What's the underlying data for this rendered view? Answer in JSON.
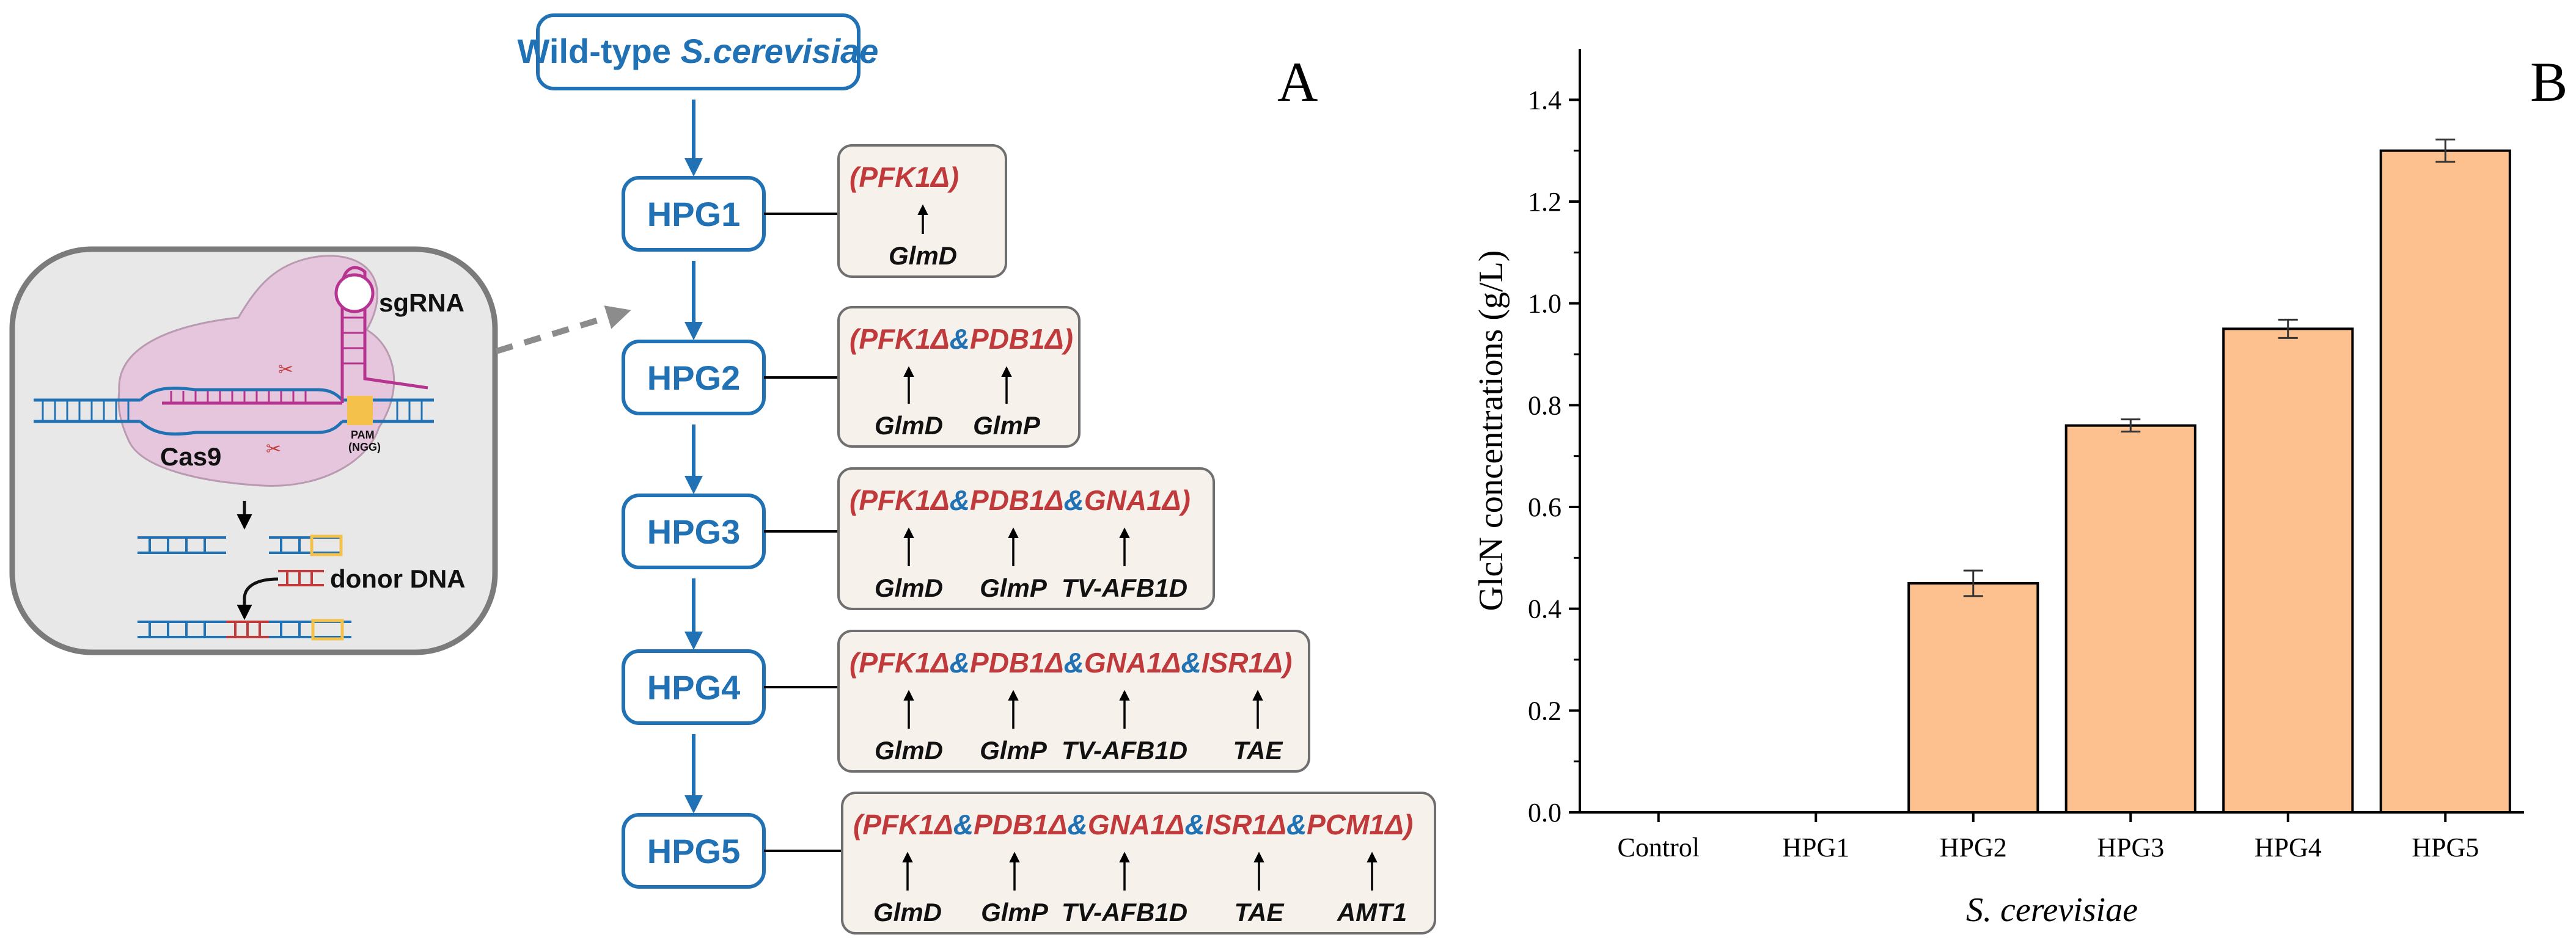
{
  "panels": {
    "left": "A",
    "right": "B"
  },
  "crispr": {
    "sgrna_label": "sgRNA",
    "pam_label": "PAM",
    "ngg_label": "(NGG)",
    "cas9_label": "Cas9",
    "donor_label": "donor DNA"
  },
  "pathway": {
    "root": {
      "prefix": "Wild-type ",
      "species": "S.cerevisiae"
    },
    "strains": [
      {
        "name": "HPG1",
        "deletions": [
          "PFK1Δ"
        ],
        "targets": [
          "GlmD"
        ]
      },
      {
        "name": "HPG2",
        "deletions": [
          "PFK1Δ",
          "PDB1Δ"
        ],
        "targets": [
          "GlmD",
          "GlmP"
        ]
      },
      {
        "name": "HPG3",
        "deletions": [
          "PFK1Δ",
          "PDB1Δ",
          "GNA1Δ"
        ],
        "targets": [
          "GlmD",
          "GlmP",
          "TV-AFB1D"
        ]
      },
      {
        "name": "HPG4",
        "deletions": [
          "PFK1Δ",
          "PDB1Δ",
          "GNA1Δ",
          "ISR1Δ"
        ],
        "targets": [
          "GlmD",
          "GlmP",
          "TV-AFB1D",
          "TAE"
        ]
      },
      {
        "name": "HPG5",
        "deletions": [
          "PFK1Δ",
          "PDB1Δ",
          "GNA1Δ",
          "ISR1Δ",
          "PCM1Δ"
        ],
        "targets": [
          "GlmD",
          "GlmP",
          "TV-AFB1D",
          "TAE",
          "AMT1"
        ]
      }
    ],
    "colors": {
      "strain": "#2172b4",
      "deletion": "#c0393b",
      "ampersand": "#2172b4",
      "box": "#f7f1ec"
    }
  },
  "chart_data": {
    "type": "bar",
    "categories": [
      "Control",
      "HPG1",
      "HPG2",
      "HPG3",
      "HPG4",
      "HPG5"
    ],
    "values": [
      0.0,
      0.0,
      0.45,
      0.76,
      0.95,
      1.3
    ],
    "errors": [
      0.0,
      0.0,
      0.025,
      0.012,
      0.018,
      0.022
    ],
    "xlabel": "S. cerevisiae",
    "ylabel": "GlcN concentrations (g/L)",
    "ylim": [
      0.0,
      1.5
    ],
    "yticks": [
      0.0,
      0.2,
      0.4,
      0.6,
      0.8,
      1.0,
      1.2,
      1.4
    ],
    "ytick_labels": [
      "0.0",
      "0.2",
      "0.4",
      "0.6",
      "0.8",
      "1.0",
      "1.2",
      "1.4"
    ],
    "grid": false,
    "bar_color": "#fdc08f",
    "bar_edge": "#000000"
  }
}
